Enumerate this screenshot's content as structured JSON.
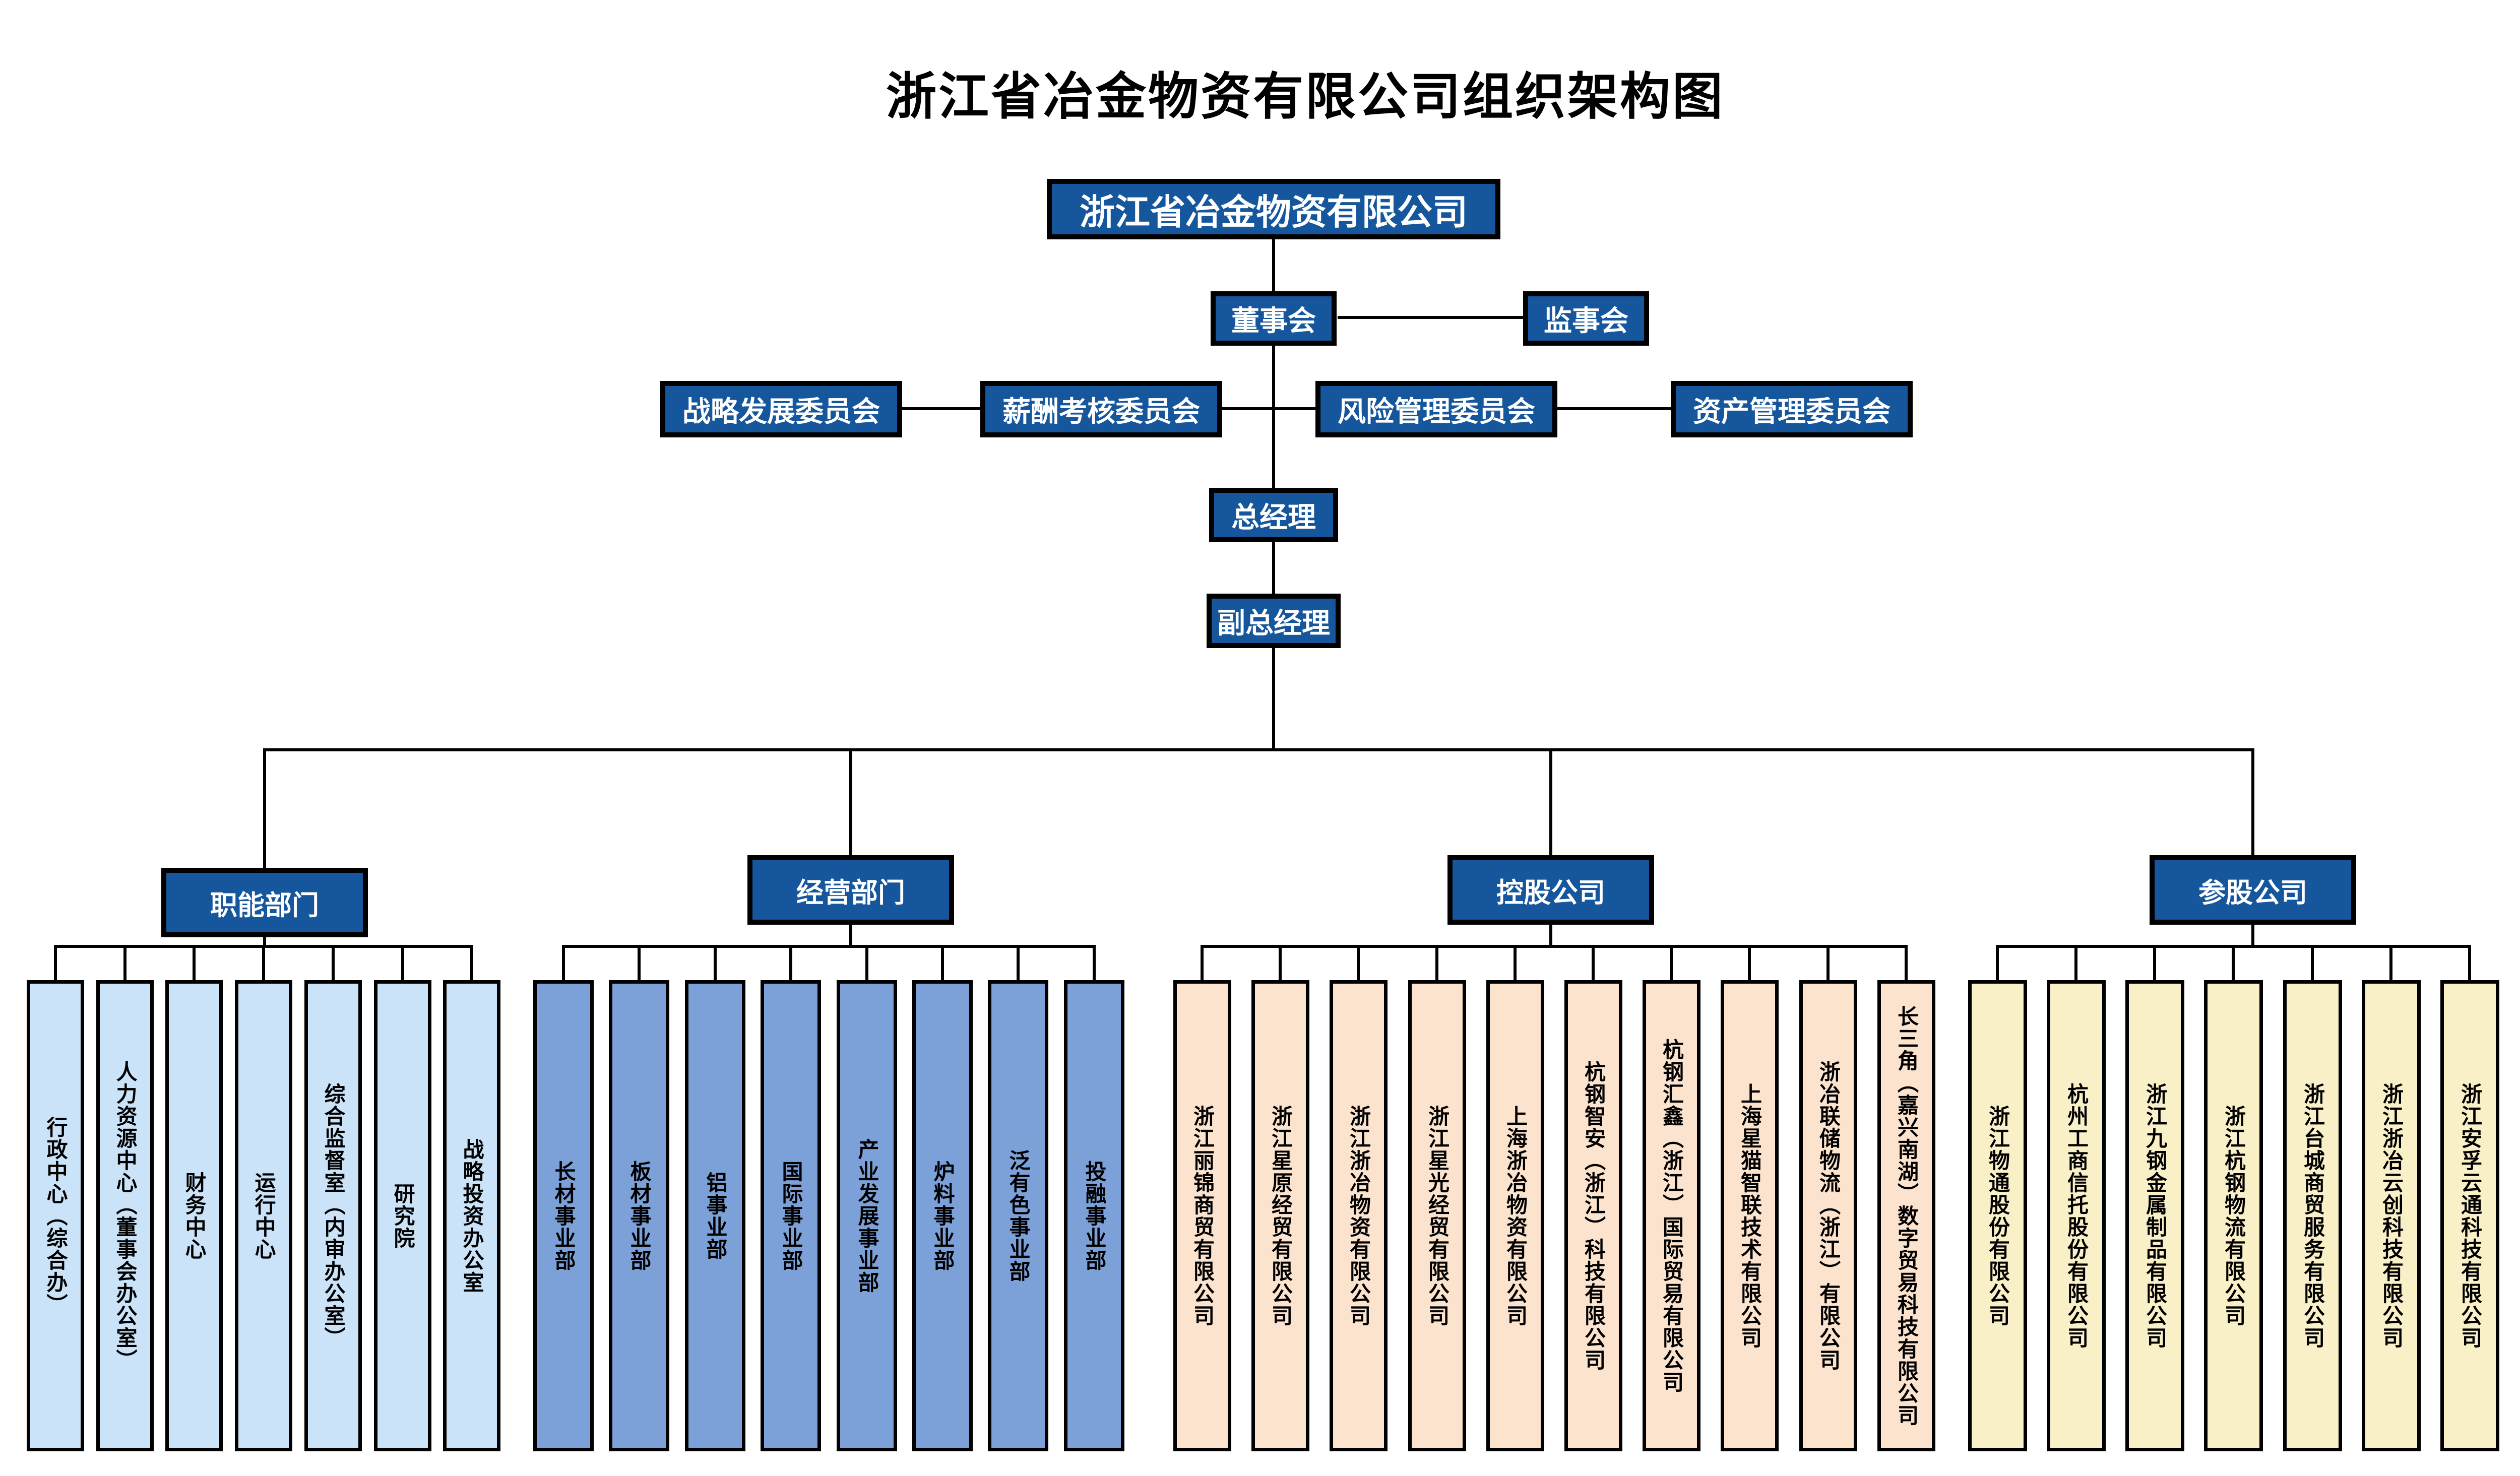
{
  "title": "浙江省冶金物资有限公司组织架构图",
  "root": "浙江省冶金物资有限公司",
  "governance": {
    "board": "董事会",
    "supervisory": "监事会"
  },
  "committees": [
    "战略发展委员会",
    "薪酬考核委员会",
    "风险管理委员会",
    "资产管理委员会"
  ],
  "management": {
    "general_manager": "总经理",
    "deputy_general_manager": "副总经理"
  },
  "groups": [
    {
      "label": "职能部门",
      "items": [
        "行政中心（综合办）",
        "人力资源中心（董事会办公室）",
        "财务中心",
        "运行中心",
        "综合监督室（内审办公室）",
        "研究院",
        "战略投资办公室"
      ]
    },
    {
      "label": "经营部门",
      "items": [
        "长材事业部",
        "板材事业部",
        "铝事业部",
        "国际事业部",
        "产业发展事业部",
        "炉料事业部",
        "泛有色事业部",
        "投融事业部"
      ]
    },
    {
      "label": "控股公司",
      "items": [
        "浙江丽锦商贸有限公司",
        "浙江星原经贸有限公司",
        "浙江浙冶物资有限公司",
        "浙江星光经贸有限公司",
        "上海浙冶物资有限公司",
        "杭钢智安（浙江）科技有限公司",
        "杭钢汇鑫（浙江）国际贸易有限公司",
        "上海星猫智联技术有限公司",
        "浙冶联储物流（浙江）有限公司",
        "长三角（嘉兴南湖）数字贸易科技有限公司"
      ]
    },
    {
      "label": "参股公司",
      "items": [
        "浙江物通股份有限公司",
        "杭州工商信托股份有限公司",
        "浙江九钢金属制品有限公司",
        "浙江杭钢物流有限公司",
        "浙江台城商贸服务有限公司",
        "浙江浙冶云创科技有限公司",
        "浙江安孚云通科技有限公司"
      ]
    }
  ],
  "colors": {
    "node_blue": "#15569c",
    "functional_light_blue": "#cbe3f8",
    "business_medium_blue": "#7ca0d8",
    "holding_peach": "#fbe3cd",
    "invested_yellow": "#faf0c8",
    "line_black": "#000000",
    "node_text_white": "#ffffff"
  }
}
